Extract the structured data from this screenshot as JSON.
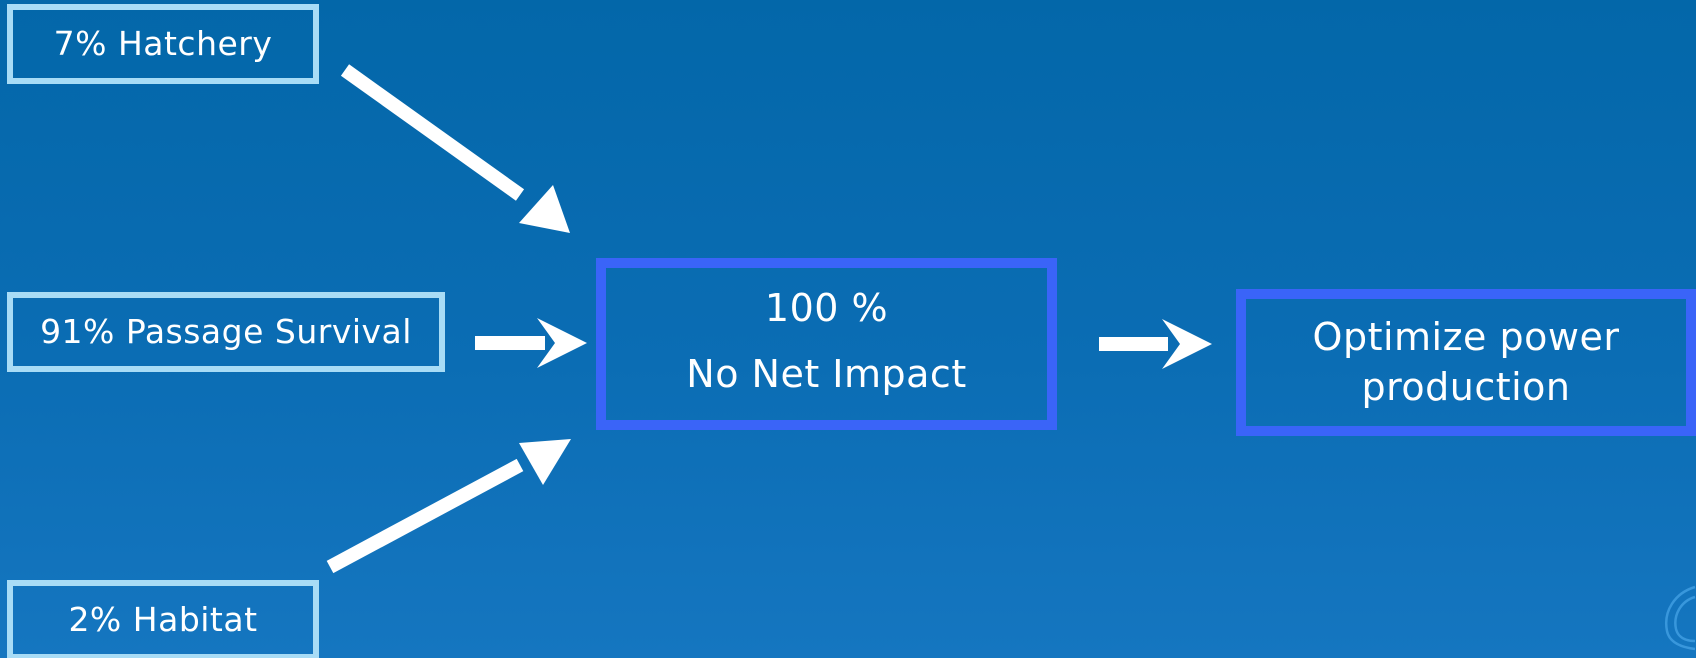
{
  "inputs": {
    "hatchery": "7% Hatchery",
    "passage": "91% Passage Survival",
    "habitat": "2% Habitat"
  },
  "center": {
    "line1": "100 %",
    "line2": "No Net Impact"
  },
  "outcome": {
    "line1": "Optimize power",
    "line2": "production"
  },
  "colors": {
    "background": "#0367a9",
    "input_border": "#a8dcf6",
    "main_border": "#3a64f8",
    "arrow": "#ffffff"
  }
}
